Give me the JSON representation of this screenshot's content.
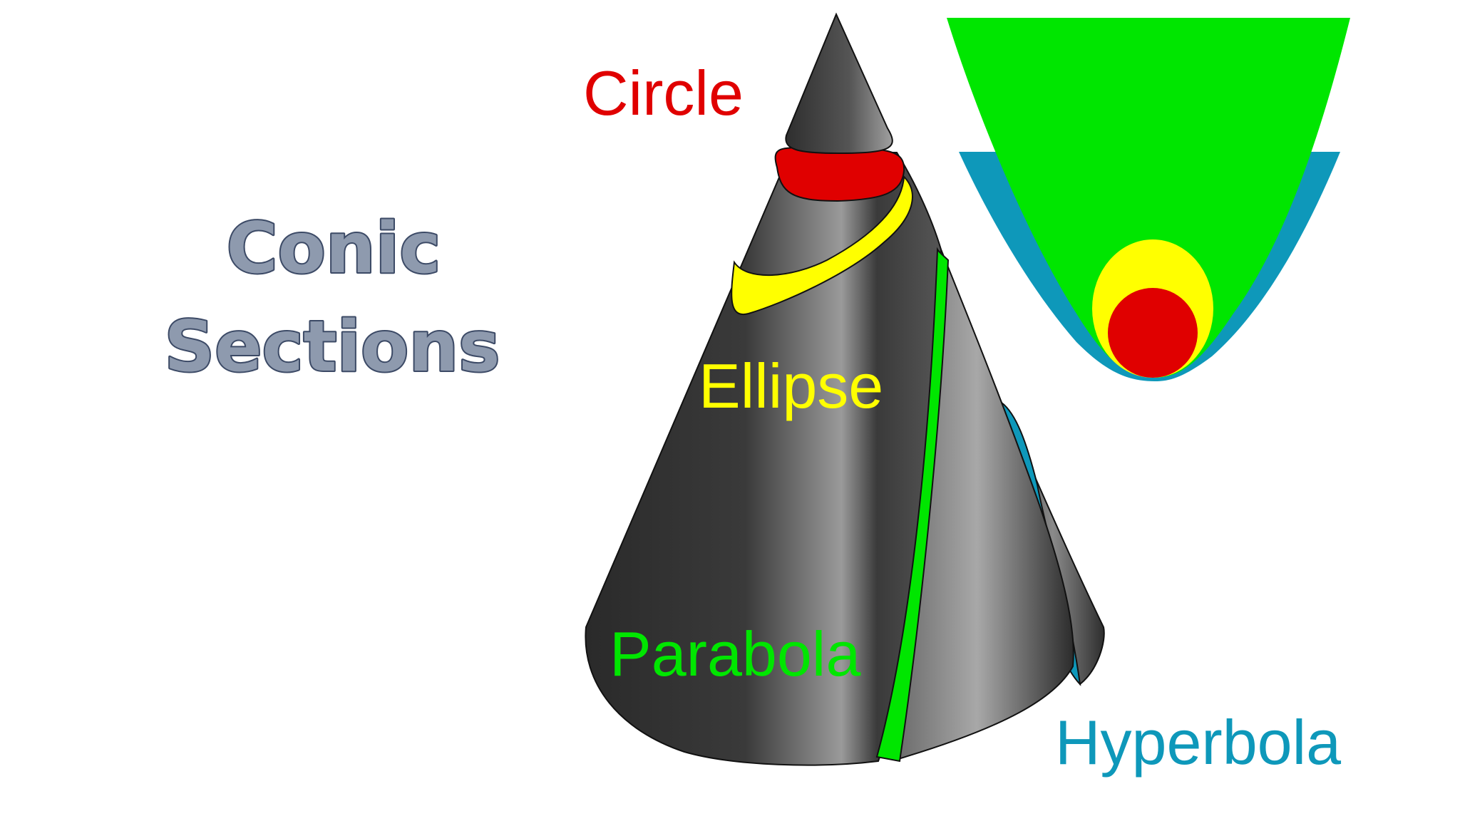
{
  "title": {
    "line1": "Conic",
    "line2": "Sections"
  },
  "labels": {
    "circle": "Circle",
    "ellipse": "Ellipse",
    "parabola": "Parabola",
    "hyperbola": "Hyperbola"
  },
  "colors": {
    "background": "#ffffff",
    "title_fill": "#8e9aae",
    "title_stroke": "#3c4a66",
    "circle": "#e00000",
    "ellipse": "#ffff00",
    "parabola": "#00e600",
    "hyperbola": "#0e98ba",
    "cone_dark": "#2b2b2b",
    "cone_light": "#9e9e9e",
    "cone_outline": "#111111"
  }
}
